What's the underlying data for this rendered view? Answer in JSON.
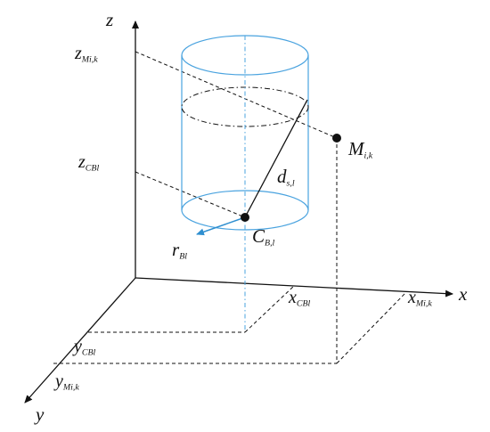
{
  "axes": {
    "z": "z",
    "x": "x",
    "y": "y"
  },
  "labels": {
    "z_mik": {
      "main": "z",
      "sub": "Mi,k"
    },
    "z_cbl": {
      "main": "z",
      "sub": "CBl"
    },
    "m_ik": {
      "main": "M",
      "sub": "i,k"
    },
    "d_sl": {
      "main": "d",
      "sub": "s,l"
    },
    "c_bl": {
      "main": "C",
      "sub": "B,l"
    },
    "r_bl": {
      "main": "r",
      "sub": "Bl"
    },
    "x_cbl": {
      "main": "x",
      "sub": "CBl"
    },
    "x_mik": {
      "main": "x",
      "sub": "Mi,k"
    },
    "y_cbl": {
      "main": "y",
      "sub": "CBl"
    },
    "y_mik": {
      "main": "y",
      "sub": "Mi,k"
    }
  },
  "colors": {
    "axis": "#111111",
    "cylinder": "#4aa3df",
    "radius_arrow": "#2f8fd0",
    "dashed": "#111111"
  }
}
